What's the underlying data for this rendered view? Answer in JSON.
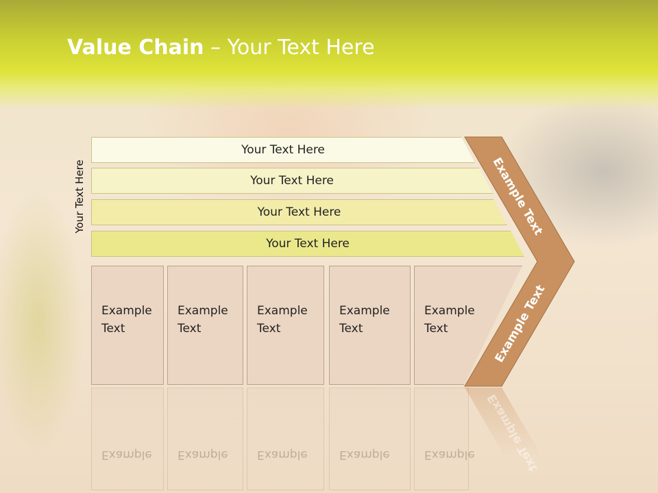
{
  "title": {
    "bold": "Value Chain",
    "rest": " – Your Text Here"
  },
  "side_label": "Your Text Here",
  "bars": [
    {
      "label": "Your Text Here",
      "color": "#fafae6"
    },
    {
      "label": "Your Text Here",
      "color": "#f7f3c8"
    },
    {
      "label": "Your Text Here",
      "color": "#f2eca8"
    },
    {
      "label": "Your Text Here",
      "color": "#ebe88c"
    }
  ],
  "boxes": [
    {
      "line1": "Example",
      "line2": "Text"
    },
    {
      "line1": "Example",
      "line2": "Text"
    },
    {
      "line1": "Example",
      "line2": "Text"
    },
    {
      "line1": "Example",
      "line2": "Text"
    },
    {
      "line1": "Example",
      "line2": "Text"
    }
  ],
  "chevron": {
    "upper_label": "Example Text",
    "lower_label": "Example Text",
    "color": "#c9915f"
  }
}
